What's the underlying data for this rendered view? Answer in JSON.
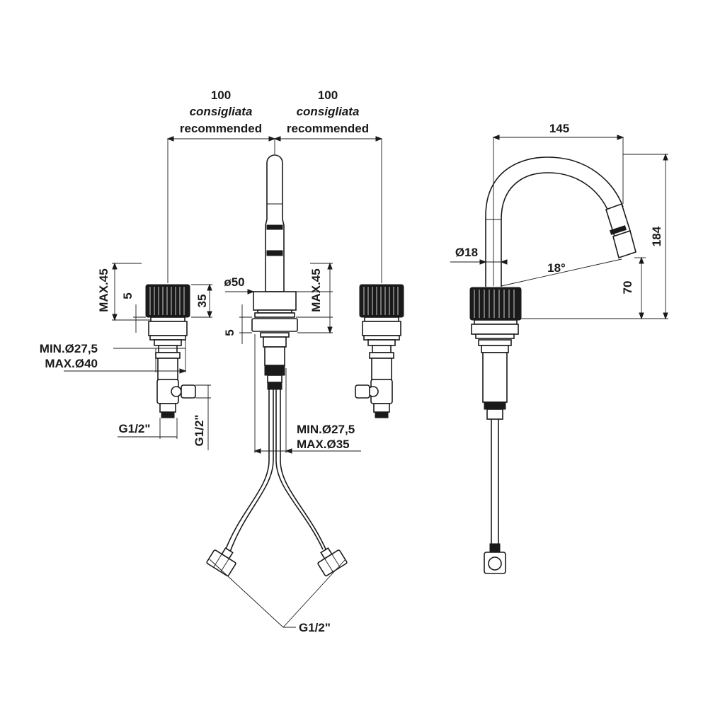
{
  "dimensions": {
    "left_spacing": {
      "value": "100",
      "note_it": "consigliata",
      "note_en": "recommended"
    },
    "right_spacing": {
      "value": "100",
      "note_it": "consigliata",
      "note_en": "recommended"
    },
    "side_reach": "145",
    "side_height": "184",
    "spout_height": "70",
    "spout_diameter": "Ø18",
    "spout_angle": "18°",
    "base_diameter": "ø50",
    "left_max_thickness": "MAX.45",
    "left_ring": "5",
    "left_handle_height": "35",
    "center_max_thickness": "MAX.45",
    "center_ring": "5",
    "left_hole_min": "MIN.Ø27,5",
    "left_hole_max": "MAX.Ø40",
    "left_thread_h": "G1/2\"",
    "left_thread_v": "G1/2\"",
    "center_hole_min": "MIN.Ø27,5",
    "center_hole_max": "MAX.Ø35",
    "hose_thread": "G1/2\""
  }
}
